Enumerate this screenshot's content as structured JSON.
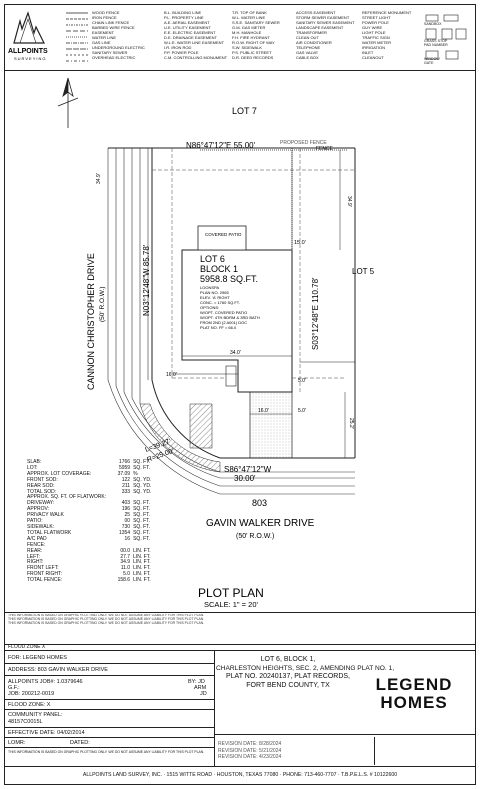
{
  "surveyor": {
    "logo_text": "ALLPOINTS",
    "logo_sub": "SURVEYING"
  },
  "lots": {
    "north": "LOT 7",
    "east": "LOT 5",
    "subject_title": "LOT 6",
    "subject_block": "BLOCK 1",
    "subject_area": "5958.8 SQ.FT."
  },
  "lot_notes": [
    "LOONSPA",
    "PLAN NO. 2965",
    "ELEV. 'A' RIGHT",
    "CONC. = 1760 SQ.FT.",
    "OPTIONS:",
    "W/OPT. COVERED PATIO",
    "W/OPT. 4TH BDRM & 3RD BATH",
    "FROM 2ND (2 A001) DOC",
    "PLAT NO. FF = 66.0"
  ],
  "bearings": {
    "north_line": "N86°47'12\"E   55.00'",
    "east_line": "S03°12'48\"E   110.78'",
    "west_line": "N03°12'48\"W   85.78'",
    "south_line": "S86°47'12\"W",
    "south_dist": "30.00'",
    "curve_l": "L=39.27'",
    "curve_r": "R=25.00'"
  },
  "dims": {
    "top_left": "34.9'",
    "top_right": "34.9'",
    "front_setback": "15.0'",
    "side1": "16.0'",
    "side2": "16.0'",
    "width": "34.0'",
    "side_yard": "5.0'",
    "rear_yard": "5.0'",
    "drive": "16.0'",
    "drive_len": "25.2'"
  },
  "labels": {
    "covered_patio": "COVERED PATIO",
    "fence": "FENCE",
    "proposed_fence": "PROPOSED FENCE",
    "street_west": "CANNON CHRISTOPHER DRIVE",
    "street_west_row": "(50' R.O.W.)",
    "street_south_number": "803",
    "street_south": "GAVIN WALKER DRIVE",
    "street_south_row": "(50' R.O.W.)",
    "plan_title": "PLOT PLAN",
    "scale": "SCALE: 1\" = 20'"
  },
  "stats": [
    [
      "SLAB:",
      "1766",
      "SQ. FT."
    ],
    [
      "LOT:",
      "5959",
      "SQ. FT."
    ],
    [
      "APPROX. LOT COVERAGE:",
      "37.09",
      "%"
    ],
    [
      "FRONT SOD:",
      "122",
      "SQ. YD."
    ],
    [
      "REAR SOD:",
      "211",
      "SQ. YD."
    ],
    [
      "TOTAL SOD:",
      "333",
      "SQ. YD."
    ],
    [
      "APPROX. SQ. FT. OF FLATWORK:",
      "",
      ""
    ],
    [
      "DRIVEWAY:",
      "403",
      "SQ. FT."
    ],
    [
      "APPROV:",
      "196",
      "SQ. FT."
    ],
    [
      "PRIVACY WALK",
      "25",
      "SQ. FT."
    ],
    [
      "PATIO:",
      "00",
      "SQ. FT."
    ],
    [
      "SIDEWALK:",
      "730",
      "SQ. FT."
    ],
    [
      "TOTAL FLATWORK",
      "1354",
      "SQ. FT."
    ],
    [
      "A/C PAD",
      "16",
      "SQ. FT."
    ],
    [
      "FENCE:",
      "",
      ""
    ],
    [
      "REAR:",
      "00.0",
      "LIN. FT."
    ],
    [
      "LEFT:",
      "27.7",
      "LIN. FT."
    ],
    [
      "RIGHT:",
      "34.9",
      "LIN. FT."
    ],
    [
      "FRONT LEFT:",
      "11.0",
      "LIN. FT."
    ],
    [
      "FRONT RIGHT:",
      "5.0",
      "LIN. FT."
    ],
    [
      "TOTAL FENCE:",
      "158.6",
      "LIN. FT."
    ]
  ],
  "legend_left": [
    "WOOD FENCE",
    "IRON FENCE",
    "CHAIN LINK FENCE",
    "BARBED WIRE FENCE",
    "EASEMENT",
    "WATER LINE",
    "GAS LINE",
    "UNDERGROUND ELECTRIC",
    "SANITARY SEWER",
    "OVERHEAD ELECTRIC"
  ],
  "legend_mid": [
    "B.L. BUILDING LINE",
    "P.L. PROPERTY LINE",
    "A.E. AERIAL EASEMENT",
    "U.E. UTILITY EASEMENT",
    "E.E. ELECTRIC EASEMENT",
    "D.E. DRAINAGE EASEMENT",
    "W.L.E. WATER LINE EASEMENT",
    "I.R. IRON ROD",
    "P.P. POWER POLE",
    "C.M. CONTROLLING MONUMENT"
  ],
  "legend_right": [
    "T.R. TOP OF BANK",
    "W.L. WATER LINE",
    "S.S.E. SANITARY SEWER",
    "G.M. GAS METER",
    "M.H. MANHOLE",
    "F.H. FIRE HYDRANT",
    "R.O.W. RIGHT OF WAY",
    "S.W. SIDEWALK",
    "P.S. PUBLIC STREET",
    "D.R. DEED RECORDS"
  ],
  "legend_far": [
    "ACCESS EASEMENT",
    "STORM SEWER EASEMENT",
    "SANITARY SEWER EASEMENT",
    "LANDSCAPE EASEMENT",
    "TRANSFORMER",
    "CLEAN OUT",
    "AIR CONDITIONER",
    "TELEPHONE",
    "GAS VALVE",
    "CABLE BOX"
  ],
  "legend_end": [
    "REFERENCE MONUMENT",
    "STREET LIGHT",
    "POWER POLE",
    "GUY WIRE",
    "LIGHT POLE",
    "TRAFFIC SIGN",
    "WATER METER",
    "IRRIGATION",
    "INLET",
    "CLEANOUT"
  ],
  "legend_boxes": [
    "SANDBOX",
    "GRASS STOP",
    "PAD NUMBER",
    "DRAIN PAD",
    "WINDOW",
    "GATE"
  ],
  "flood_zone": "FLOOD ZONE X",
  "info_left": {
    "for": "FOR:  LEGEND HOMES",
    "address": "ADDRESS: 803 GAVIN WALKER DRIVE",
    "gf": "ALLPOINTS JOB#: 1.0379646",
    "gf2": "G.F.:",
    "job": "JOB: 200212-0019",
    "by": "BY: JD",
    "arm": "ARM",
    "jd": "JD",
    "flood": "FLOOD ZONE: X",
    "community": "COMMUNITY PANEL:",
    "panel": "48157C0015L",
    "effective": "EFFECTIVE DATE: 04/02/2014",
    "lomr": "LOMR:",
    "dated": "DATED:"
  },
  "legal": [
    "LOT 6, BLOCK 1,",
    "CHARLESTON HEIGHTS, SEC. 2, AMENDING PLAT NO. 1,",
    "PLAT NO. 20240137, PLAT RECORDS,",
    "FORT BEND COUNTY, TX"
  ],
  "brand": {
    "line1": "LEGEND",
    "line2": "HOMES"
  },
  "revisions": [
    "REVISION DATE:  8/28/2024",
    "REVISION DATE:  5/21/2024",
    "REVISION DATE:  4/23/2024"
  ],
  "disclaimer": "THIS INFORMATION IS BASED ON GRAPHIC PLOTTING ONLY. WE DO NOT ASSUME ANY LIABILITY FOR THIS PLOT PLAN.",
  "footer": "ALLPOINTS LAND SURVEY, INC.  ·  1515 WITTE ROAD  ·  HOUSTON, TEXAS 77080  ·  PHONE: 713-460-7707  ·  T.B.P.E.L.S. # 10122600",
  "colors": {
    "hatch": "#888888",
    "lines": "#222222"
  }
}
